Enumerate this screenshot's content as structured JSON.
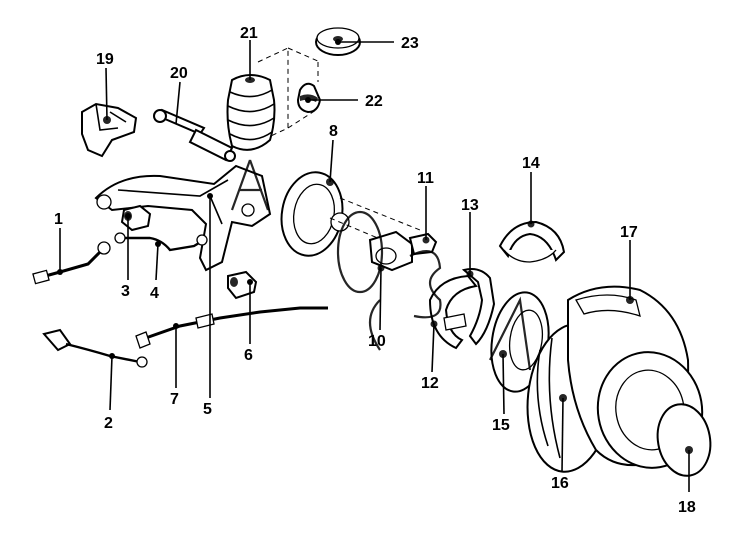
{
  "diagram": {
    "callouts": [
      {
        "id": "1",
        "label": "1"
      },
      {
        "id": "2",
        "label": "2"
      },
      {
        "id": "3",
        "label": "3"
      },
      {
        "id": "4",
        "label": "4"
      },
      {
        "id": "5",
        "label": "5"
      },
      {
        "id": "6",
        "label": "6"
      },
      {
        "id": "7",
        "label": "7"
      },
      {
        "id": "8",
        "label": "8"
      },
      {
        "id": "10",
        "label": "10"
      },
      {
        "id": "11",
        "label": "11"
      },
      {
        "id": "12",
        "label": "12"
      },
      {
        "id": "13",
        "label": "13"
      },
      {
        "id": "14",
        "label": "14"
      },
      {
        "id": "15",
        "label": "15"
      },
      {
        "id": "16",
        "label": "16"
      },
      {
        "id": "17",
        "label": "17"
      },
      {
        "id": "18",
        "label": "18"
      },
      {
        "id": "19",
        "label": "19"
      },
      {
        "id": "20",
        "label": "20"
      },
      {
        "id": "21",
        "label": "21"
      },
      {
        "id": "22",
        "label": "22"
      },
      {
        "id": "23",
        "label": "23"
      }
    ],
    "watermark_icon": "autodoc-watermark-icon"
  }
}
